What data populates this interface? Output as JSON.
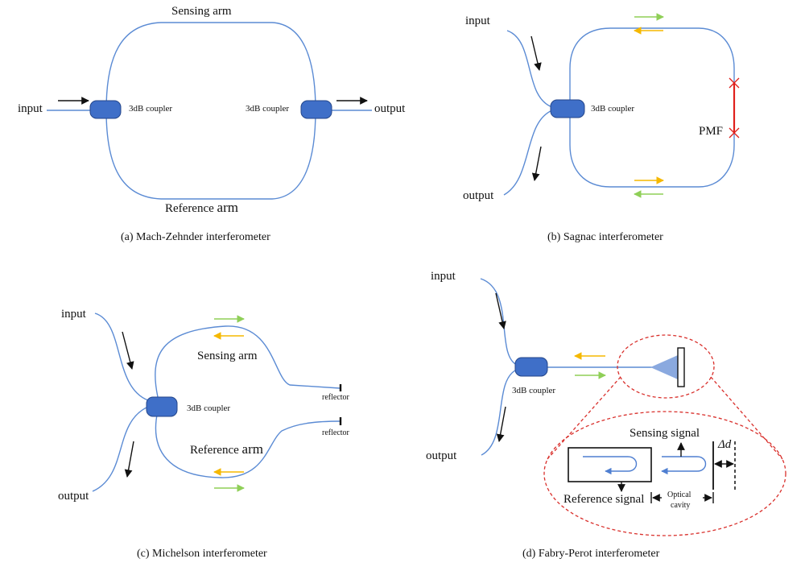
{
  "colors": {
    "fiber": "#5b8bd4",
    "coupler_fill": "#3f6fc8",
    "coupler_stroke": "#24468a",
    "arrow_black": "#111111",
    "arrow_green": "#8fcf57",
    "arrow_orange": "#f5b800",
    "pmf_red": "#e0201c",
    "dashed_red": "#d9302c",
    "inner_blue": "#4f7fd1"
  },
  "panel_a": {
    "sensing_arm": "Sensing arm",
    "reference_arm": "Reference ",
    "reference_arm_word": "arm",
    "input": "input",
    "output": "output",
    "coupler_left": "3dB coupler",
    "coupler_right": "3dB coupler",
    "caption": "(a) Mach-Zehnder interferometer"
  },
  "panel_b": {
    "input": "input",
    "output": "output",
    "coupler": "3dB coupler",
    "pmf": "PMF",
    "caption": "(b) Sagnac interferometer"
  },
  "panel_c": {
    "input": "input",
    "output": "output",
    "coupler": "3dB coupler",
    "sensing_arm": "Sensing ",
    "sensing_arm_word": "arm",
    "reference_arm": "Reference ",
    "reference_arm_word": "arm",
    "reflector_top": "reflector",
    "reflector_bottom": "reflector",
    "caption": "(c) Michelson interferometer"
  },
  "panel_d": {
    "input": "input",
    "output": "output",
    "coupler": "3dB coupler",
    "sensing_signal": "Sensing signal",
    "reference_signal": "Reference signal",
    "optical": "Optical",
    "cavity": "cavity",
    "delta_d": "Δd",
    "caption": "(d) Fabry-Perot interferometer"
  }
}
